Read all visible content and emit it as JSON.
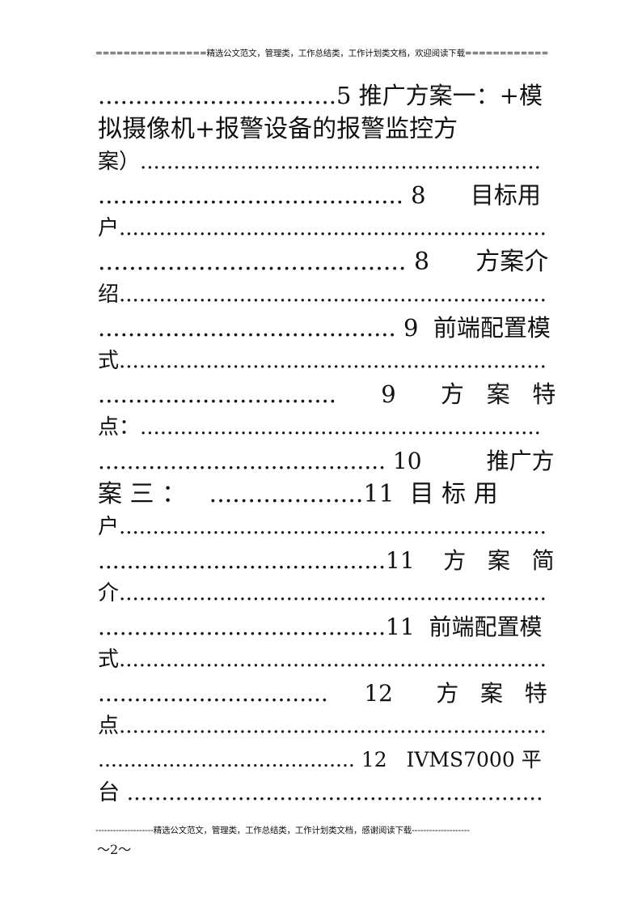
{
  "header": "================精选公文范文，管理类，工作总结类，工作计划类文档，欢迎阅读下载==============",
  "toc": [
    {
      "text": "................................5 推广方案一：+模"
    },
    {
      "text": "拟摄像机+报警设备的报警监控方"
    },
    {
      "text": "案）............................................................"
    },
    {
      "text": "......................................... 8      目标用"
    },
    {
      "text": "户................................................................"
    },
    {
      "text": "........................................ 8      方案介"
    },
    {
      "text": "绍................................................................"
    },
    {
      "text": "........................................ 9  前端配置模"
    },
    {
      "text": "式................................................................"
    },
    {
      "text": "................................      9      方   案   特"
    },
    {
      "text": "点：............................................................"
    },
    {
      "text": "........................................ 10         推广方"
    },
    {
      "text": "案 三 ：   ....................11  目 标 用"
    },
    {
      "text": "户................................................................"
    },
    {
      "text": "........................................11    方   案   简"
    },
    {
      "text": "介................................................................"
    },
    {
      "text": "........................................11  前端配置模"
    },
    {
      "text": "式................................................................"
    },
    {
      "text": "................................     12      方   案   特"
    },
    {
      "text": "点................................................................"
    },
    {
      "text": "........................................ 12   IVMS7000 平"
    },
    {
      "text": "台 ............................................................"
    }
  ],
  "footer": "--------------------精选公文范文，管理类，工作总结类，工作计划类文档，感谢阅读下载--------------------",
  "page_number": "～2～"
}
